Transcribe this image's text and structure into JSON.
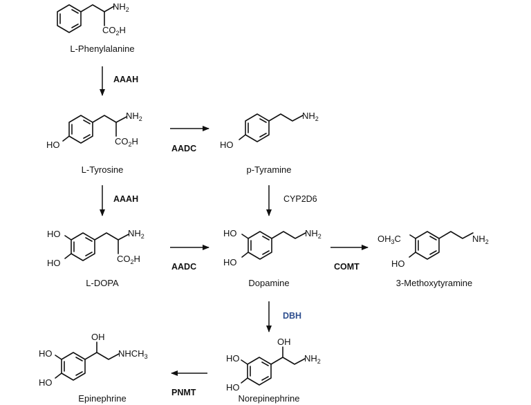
{
  "compounds": {
    "phenylalanine": "L-Phenylalanine",
    "tyrosine": "L-Tyrosine",
    "tyramine": "p-Tyramine",
    "dopa": "L-DOPA",
    "dopamine": "Dopamine",
    "methoxytyramine": "3-Methoxytyramine",
    "norepinephrine": "Norepinephrine",
    "epinephrine": "Epinephrine"
  },
  "atoms": {
    "nh": "NH",
    "sub2": "2",
    "co": "CO",
    "h": "H",
    "ho": "HO",
    "oh": "OH",
    "och": "OH",
    "ch3c": "C",
    "sub3": "3",
    "nhch": "NHCH"
  },
  "enzymes": {
    "aaah_1": "AAAH",
    "aadc_1": "AADC",
    "aaah_2": "AAAH",
    "cyp2d6": "CYP2D6",
    "aadc_2": "AADC",
    "comt": "COMT",
    "dbh": "DBH",
    "pnmt": "PNMT"
  },
  "colors": {
    "dbh": "#2f4f8f",
    "ink": "#111111"
  }
}
